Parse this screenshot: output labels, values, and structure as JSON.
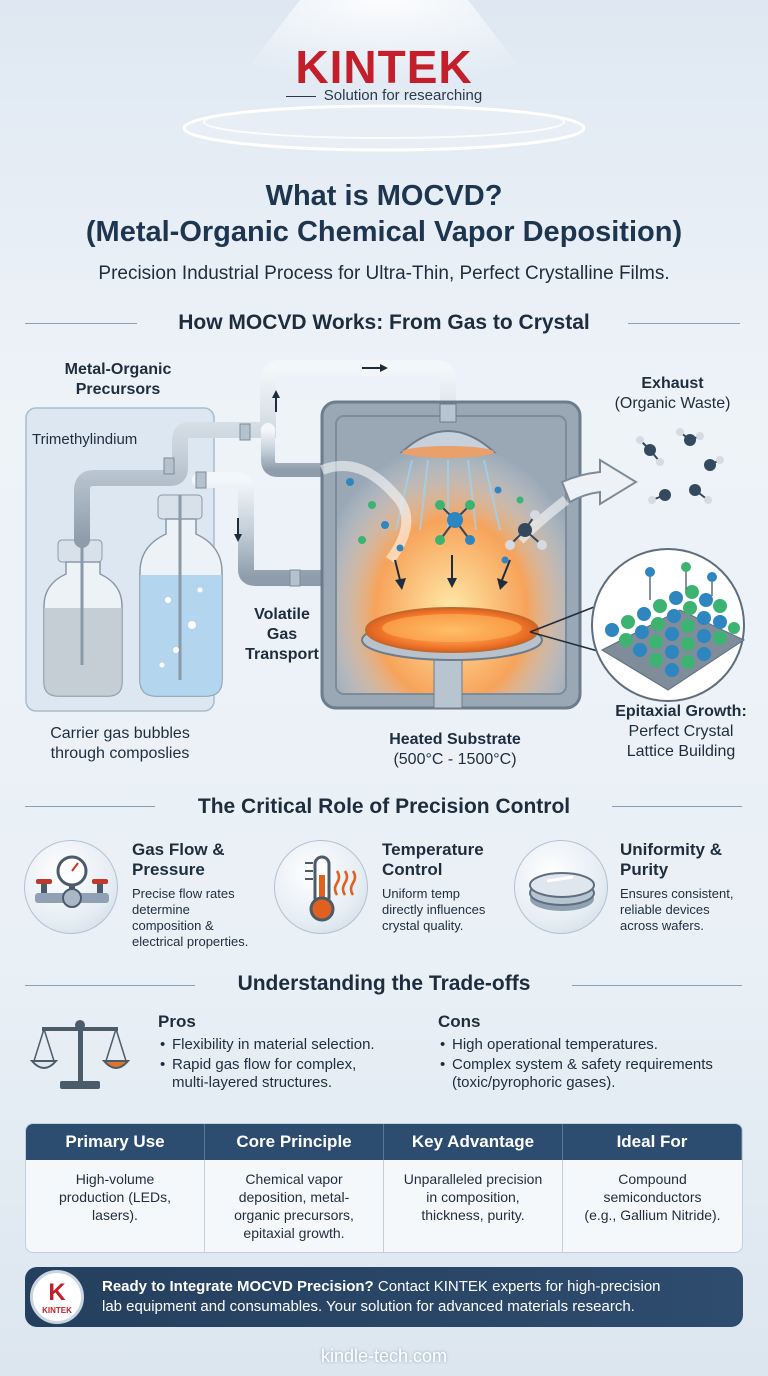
{
  "brand": {
    "logo": "KINTEK",
    "tagline": "Solution for researching",
    "brand_red": "#c41e2a"
  },
  "header": {
    "title_line1": "What is MOCVD?",
    "title_line2": "(Metal-Organic Chemical Vapor Deposition)",
    "subtitle": "Precision Industrial Process for Ultra-Thin, Perfect Crystalline Films."
  },
  "process": {
    "heading": "How MOCVD Works: From Gas to Crystal",
    "precursors_line1": "Metal-Organic",
    "precursors_line2": "Precursors",
    "trimethylindium": "Trimethylindium",
    "carrier_line1": "Carrier gas bubbles",
    "carrier_line2": "through composlies",
    "transport_line1": "Volatile",
    "transport_line2": "Gas",
    "transport_line3": "Transport",
    "exhaust_title": "Exhaust",
    "exhaust_sub": "(Organic Waste)",
    "substrate_title": "Heated Substrate",
    "substrate_range": "(500°C - 1500°C)",
    "epitaxial_title": "Epitaxial Growth:",
    "epitaxial_line1": "Perfect Crystal",
    "epitaxial_line2": "Lattice Building",
    "icons": [
      "bubbler-bottle-icon",
      "shower-head-icon",
      "heated-substrate-icon",
      "crystal-lattice-icon",
      "exhaust-molecule-icon"
    ]
  },
  "precision": {
    "heading": "The Critical Role of Precision Control",
    "cards": [
      {
        "icon": "pressure-gauge-icon",
        "title_line1": "Gas Flow &",
        "title_line2": "Pressure",
        "text": [
          "Precise flow rates",
          "determine",
          "composition &",
          "electrical properties."
        ]
      },
      {
        "icon": "thermometer-icon",
        "title_line1": "Temperature",
        "title_line2": "Control",
        "text": [
          "Uniform temp",
          "directly influences",
          "crystal quality."
        ]
      },
      {
        "icon": "wafer-icon",
        "title_line1": "Uniformity &",
        "title_line2": "Purity",
        "text": [
          "Ensures consistent,",
          "reliable devices",
          "across wafers."
        ]
      }
    ]
  },
  "tradeoffs": {
    "heading": "Understanding the Trade-offs",
    "icon": "balance-scale-icon",
    "pros_title": "Pros",
    "pros": [
      "Flexibility in material selection.",
      "Rapid gas flow for complex,",
      "multi-layered structures."
    ],
    "cons_title": "Cons",
    "cons": [
      "High operational temperatures.",
      "Complex system & safety requirements",
      "(toxic/pyrophoric gases)."
    ]
  },
  "table": {
    "headers": [
      "Primary Use",
      "Core Principle",
      "Key Advantage",
      "Ideal For"
    ],
    "cells": [
      [
        "High-volume",
        "production (LEDs,",
        "lasers)."
      ],
      [
        "Chemical vapor",
        "deposition, metal-",
        "organic precursors,",
        "epitaxial growth."
      ],
      [
        "Unparalleled precision",
        "in composition,",
        "thickness, purity."
      ],
      [
        "Compound",
        "semiconductors",
        "(e.g., Gallium Nitride)."
      ]
    ],
    "header_color": "#2d4d70"
  },
  "cta": {
    "logo_letter": "K",
    "logo_word": "KINTEK",
    "bold_text": "Ready to Integrate MOCVD Precision?",
    "text_rest": " Contact KINTEK experts for high-precision",
    "text_line2": "lab equipment and consumables. Your solution for advanced materials research.",
    "banner_color": "#253f5e"
  },
  "footer": {
    "url": "kindle-tech.com"
  }
}
